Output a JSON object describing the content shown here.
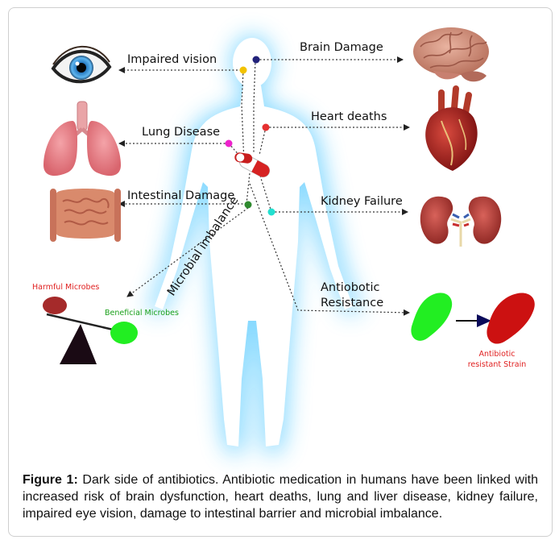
{
  "labels": {
    "impaired_vision": "Impaired vision",
    "brain_damage": "Brain Damage",
    "lung_disease": "Lung Disease",
    "heart_deaths": "Heart deaths",
    "intestinal_damage": "Intestinal Damage",
    "kidney_failure": "Kidney Failure",
    "microbial_imbalance": "Microbial imbalance",
    "harmful_microbes": "Harmful Microbes",
    "beneficial_microbes": "Beneficial Microbes",
    "antibiotic_resistance_line1": "Antiobotic",
    "antibiotic_resistance_line2": "Resistance",
    "resistant_strain_line1": "Antibiotic",
    "resistant_strain_line2": "resistant Strain"
  },
  "caption": {
    "figure_label": "Figure 1:",
    "text": " Dark side of antibiotics. Antibiotic medication in humans have been linked with increased risk of brain dysfunction, heart deaths, lung and liver disease, kidney failure, impaired eye vision, damage to intestinal barrier and microbial imbalance."
  },
  "colors": {
    "glow": "#7fd7ff",
    "dot_brain": "#22227a",
    "dot_vision": "#f2c200",
    "dot_heart": "#e53030",
    "dot_lung": "#ee22cc",
    "dot_intestine": "#2f8a2f",
    "dot_kidney": "#22e0d0",
    "harmful_text": "#e02020",
    "beneficial_text": "#1aa01a",
    "harmful_microbe": "#a52a2a",
    "beneficial_microbe": "#22ee22",
    "resistant_strain": "#cc1111"
  },
  "icons": [
    "eye-icon",
    "brain-icon",
    "lungs-icon",
    "heart-icon",
    "intestines-icon",
    "kidneys-icon",
    "pill-icon",
    "seesaw-icon"
  ]
}
